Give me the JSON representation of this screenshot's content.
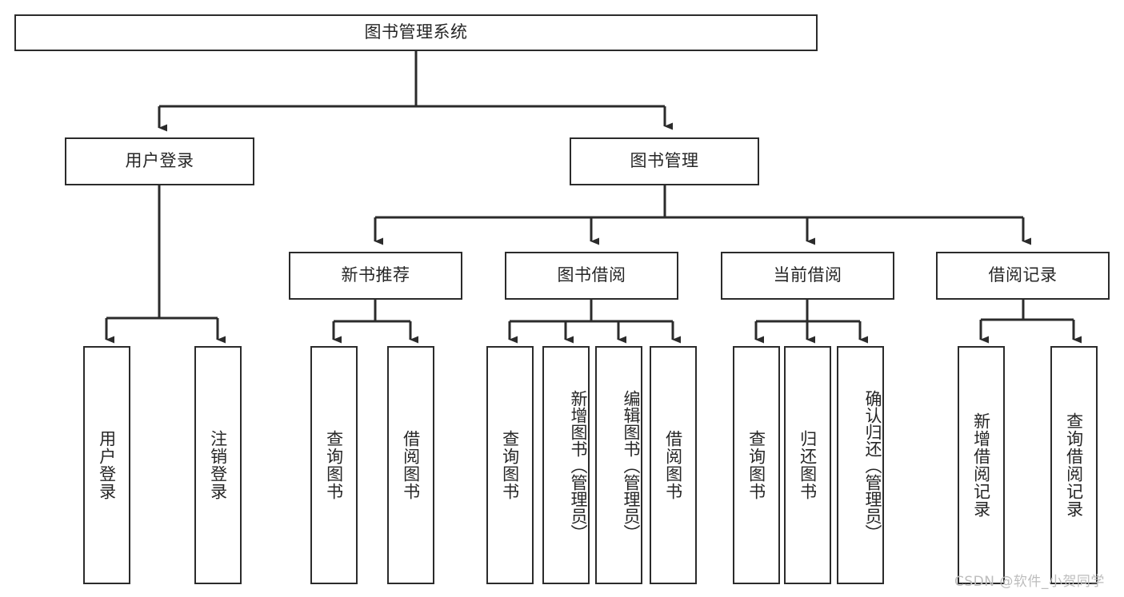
{
  "diagram": {
    "kind": "tree-hierarchy-chart",
    "title": "图书管理系统",
    "line_color": "#2b2b2b",
    "box_fill": "#ffffff",
    "text_color": "#262626",
    "watermark": "CSDN @软件_小贺同学"
  },
  "nodes": {
    "root": {
      "label": "图书管理系统"
    },
    "level2": [
      {
        "id": "user-login",
        "label": "用户登录"
      },
      {
        "id": "book-manage",
        "label": "图书管理"
      }
    ],
    "level3": [
      {
        "id": "new-book-recommend",
        "label": "新书推荐"
      },
      {
        "id": "book-borrow",
        "label": "图书借阅"
      },
      {
        "id": "current-borrow",
        "label": "当前借阅"
      },
      {
        "id": "borrow-record",
        "label": "借阅记录"
      }
    ],
    "level4": {
      "user_login_children": [
        {
          "id": "user-login-leaf",
          "label": "用户登录"
        },
        {
          "id": "logout-leaf",
          "label": "注销登录"
        }
      ],
      "new_book_recommend_children": [
        {
          "id": "query-book-1",
          "label": "查询图书"
        },
        {
          "id": "borrow-book-1",
          "label": "借阅图书"
        }
      ],
      "book_borrow_children": [
        {
          "id": "query-book-2",
          "label": "查询图书"
        },
        {
          "id": "add-book",
          "label": "新增图书（管理员）"
        },
        {
          "id": "edit-book",
          "label": "编辑图书（管理员）"
        },
        {
          "id": "borrow-book-2",
          "label": "借阅图书"
        }
      ],
      "current_borrow_children": [
        {
          "id": "query-book-3",
          "label": "查询图书"
        },
        {
          "id": "return-book",
          "label": "归还图书"
        },
        {
          "id": "confirm-return",
          "label": "确认归还（管理员）"
        }
      ],
      "borrow_record_children": [
        {
          "id": "add-borrow-record",
          "label": "新增借阅记录"
        },
        {
          "id": "query-borrow-record",
          "label": "查询借阅记录"
        }
      ]
    }
  }
}
